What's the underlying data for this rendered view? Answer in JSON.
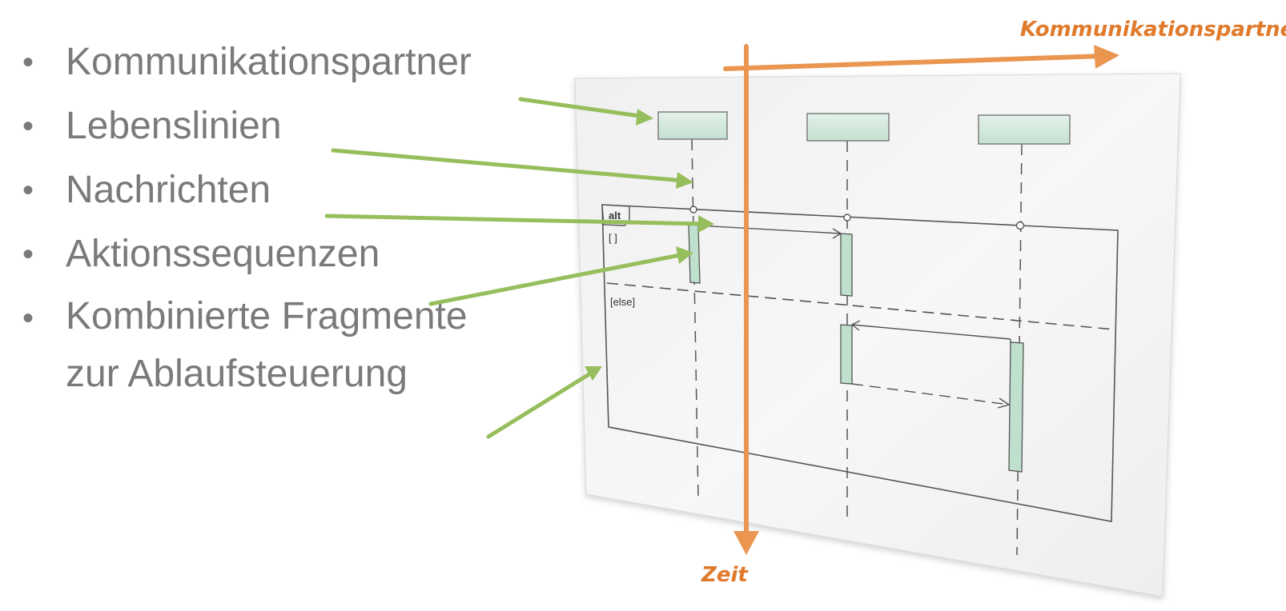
{
  "bullets": [
    "Kommunikationspartner",
    "Lebenslinien",
    "Nachrichten",
    "Aktionssequenzen",
    "Kombinierte Fragmente",
    "zur Ablaufsteuerung"
  ],
  "axis_labels": {
    "partners": "Kommunikationspartner",
    "time": "Zeit"
  },
  "fragment": {
    "operator": "alt",
    "guard_1": "[ ]",
    "guard_2": "[else]"
  },
  "colors": {
    "text_gray": "#7a7a7a",
    "orange": "#e8944a",
    "orange_label": "#e07a2c",
    "green_arrow": "#95bd5a",
    "lifeline_box": "#cfe6d9"
  }
}
